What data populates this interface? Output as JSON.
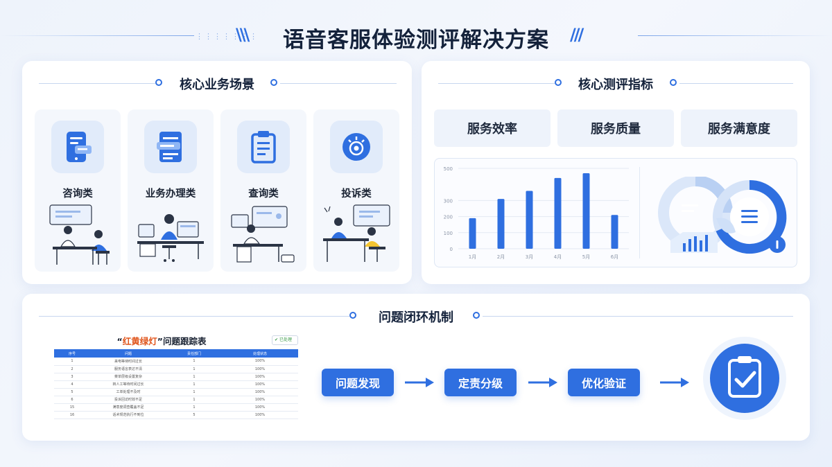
{
  "title": "语音客服体验测评解决方案",
  "scenarios": {
    "heading": "核心业务场景",
    "items": [
      {
        "label": "咨询类",
        "icon": "phone-card-icon"
      },
      {
        "label": "业务办理类",
        "icon": "form-document-icon"
      },
      {
        "label": "查询类",
        "icon": "clipboard-icon"
      },
      {
        "label": "投诉类",
        "icon": "alert-target-icon"
      }
    ]
  },
  "metrics": {
    "heading": "核心测评指标",
    "items": [
      "服务效率",
      "服务质量",
      "服务满意度"
    ]
  },
  "loop": {
    "heading": "问题闭环机制",
    "tracker_title_hl": "红黄绿灯",
    "tracker_title_rest": "问题跟踪表",
    "badge": "已处理",
    "columns": [
      "序号",
      "问题",
      "责任部门",
      "处理状态"
    ],
    "rows": [
      [
        "1",
        "来电等待时间过长",
        "1",
        "100%"
      ],
      [
        "2",
        "服务语言表达不清",
        "1",
        "100%"
      ],
      [
        "3",
        "菜单层级设置复杂",
        "1",
        "100%"
      ],
      [
        "4",
        "转人工等待时间过长",
        "1",
        "100%"
      ],
      [
        "5",
        "工单处理不及时",
        "1",
        "100%"
      ],
      [
        "6",
        "投诉回访时效不足",
        "1",
        "100%"
      ],
      [
        "15",
        "满意度调查覆盖不足",
        "1",
        "100%"
      ],
      [
        "16",
        "话术规范执行不到位",
        "5",
        "100%"
      ]
    ],
    "steps": [
      "问题发现",
      "定责分级",
      "优化验证"
    ]
  },
  "chart_data": {
    "type": "bar",
    "categories": [
      "1月",
      "2月",
      "3月",
      "4月",
      "5月",
      "6月"
    ],
    "values": [
      190,
      310,
      360,
      440,
      470,
      210
    ],
    "ylim": [
      0,
      500
    ],
    "yticks": [
      0,
      100,
      200,
      300,
      500
    ],
    "grid": true
  }
}
